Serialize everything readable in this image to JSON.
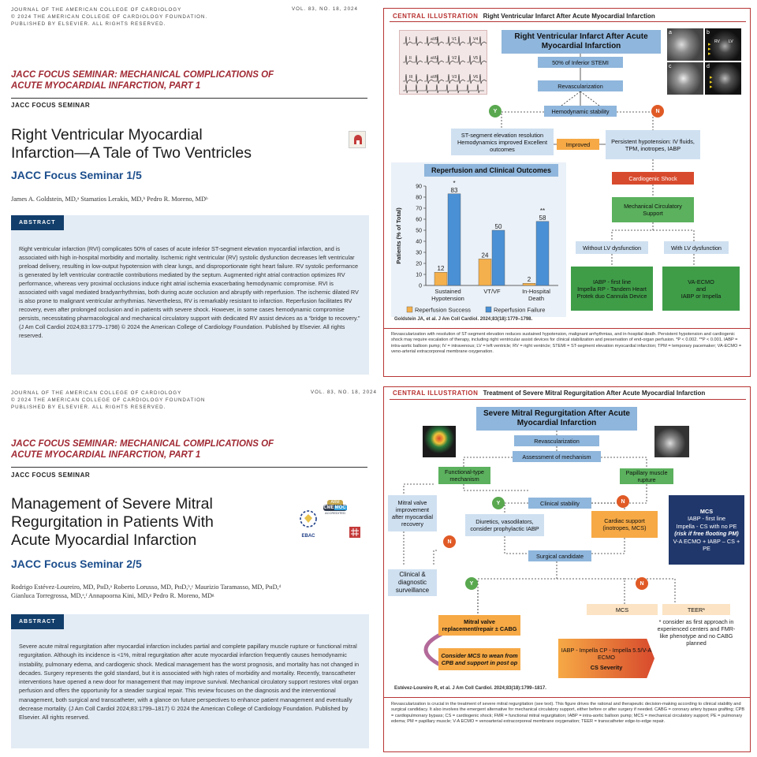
{
  "p1": {
    "journal": [
      "JOURNAL OF THE AMERICAN COLLEGE OF CARDIOLOGY",
      "© 2024 THE AMERICAN COLLEGE OF CARDIOLOGY FOUNDATION.",
      "PUBLISHED BY ELSEVIER. ALL RIGHTS RESERVED."
    ],
    "vol": "VOL. 83, NO. 18, 2024",
    "kicker_1": "JACC FOCUS SEMINAR: MECHANICAL COMPLICATIONS OF",
    "kicker_2": "ACUTE MYOCARDIAL INFARCTION, PART 1",
    "seminar": "JACC FOCUS SEMINAR",
    "title_1": "Right Ventricular Myocardial",
    "title_2": "Infarction—A Tale of Two Ventricles",
    "subtitle": "JACC Focus Seminar 1/5",
    "authors": "James A. Goldstein, MD,ᵃ Stamatios Lerakis, MD,ᵇ Pedro R. Moreno, MDᵇ",
    "abstract_label": "ABSTRACT",
    "abstract": "Right ventricular infarction (RVI) complicates 50% of cases of acute inferior ST-segment elevation myocardial infarction, and is associated with high in-hospital morbidity and mortality. Ischemic right ventricular (RV) systolic dysfunction decreases left ventricular preload delivery, resulting in low-output hypotension with clear lungs, and disproportionate right heart failure. RV systolic performance is generated by left ventricular contractile contributions mediated by the septum. Augmented right atrial contraction optimizes RV performance, whereas very proximal occlusions induce right atrial ischemia exacerbating hemodynamic compromise. RVI is associated with vagal mediated bradyarrhythmias, both during acute occlusion and abruptly with reperfusion. The ischemic dilated RV is also prone to malignant ventricular arrhythmias. Nevertheless, RV is remarkably resistant to infarction. Reperfusion facilitates RV recovery, even after prolonged occlusion and in patients with severe shock. However, in some cases hemodynamic compromise persists, necessitating pharmacological and mechanical circulatory support with dedicated RV assist devices as a “bridge to recovery.” (J Am Coll Cardiol 2024;83:1779–1798) © 2024 the American College of Cardiology Foundation. Published by Elsevier. All rights reserved."
  },
  "p2": {
    "journal": [
      "JOURNAL OF THE AMERICAN COLLEGE OF CARDIOLOGY",
      "© 2024 THE AMERICAN COLLEGE OF CARDIOLOGY FOUNDATION",
      "PUBLISHED BY ELSEVIER. ALL RIGHTS RESERVED."
    ],
    "vol": "VOL. 83, NO. 18, 2024",
    "kicker_1": "JACC FOCUS SEMINAR: MECHANICAL COMPLICATIONS OF",
    "kicker_2": "ACUTE MYOCARDIAL INFARCTION, PART 1",
    "seminar": "JACC FOCUS SEMINAR",
    "title_1": "Management of Severe Mitral",
    "title_2": "Regurgitation in Patients With",
    "title_3": "Acute Myocardial Infarction",
    "subtitle": "JACC Focus Seminar 2/5",
    "authors_1": "Rodrigo Estévez-Loureiro, MD, PʜD,ᵃ Roberto Lorusso, MD, PʜD,ᵇ,ᶜ Maurizio Taramasso, MD, PʜD,ᵈ",
    "authors_2": "Gianluca Torregrossa, MD,ᵉ,ᶠ Annapoorna Kini, MD,ᵍ Pedro R. Moreno, MDᵍ",
    "abstract_label": "ABSTRACT",
    "abstract": "Severe acute mitral regurgitation after myocardial infarction includes partial and complete papillary muscle rupture or functional mitral regurgitation. Although its incidence is <1%, mitral regurgitation after acute myocardial infarction frequently causes hemodynamic instability, pulmonary edema, and cardiogenic shock. Medical management has the worst prognosis, and mortality has not changed in decades. Surgery represents the gold standard, but it is associated with high rates of morbidity and mortality. Recently, transcatheter interventions have opened a new door for management that may improve survival. Mechanical circulatory support restores vital organ perfusion and offers the opportunity for a steadier surgical repair. This review focuses on the diagnosis and the interventional management, both surgical and transcatheter, with a glance on future perspectives to enhance patient management and eventually decrease mortality. (J Am Coll Cardiol 2024;83:1799–1817) © 2024 the American College of Cardiology Foundation. Published by Elsevier. All rights reserved.",
    "ebac": "EBAC",
    "cme_1": "ARM",
    "cme_2": "CME",
    "cme_3": "MOC",
    "cme_4": "ACCREDITED"
  },
  "ci1": {
    "head_label": "CENTRAL ILLUSTRATION",
    "head_title": "Right Ventricular Infarct After Acute Myocardial Infarction",
    "ecg": [
      "I",
      "aVR",
      "V1",
      "V4",
      "II",
      "aVL",
      "V2",
      "V5",
      "III",
      "aVF",
      "V3",
      "V6"
    ],
    "img_labels": [
      "a",
      "b",
      "c",
      "d",
      "RV",
      "LV"
    ],
    "main": "Right Ventricular Infarct After Acute Myocardial Infarction",
    "pct": "50% of Inferior STEMI",
    "revasc": "Revascularization",
    "stability": "Hemodynamic stability",
    "y": "Y",
    "n": "N",
    "st": "ST-segment elevation resolution Hemodynamics improved Excellent outcomes",
    "improved": "Improved",
    "hypo": "Persistent hypotension: IV fluids, TPM, inotropes, IABP",
    "shock": "Cardiogenic Shock",
    "mcs": "Mechanical Circulatory Support",
    "without": "Without LV dysfunction",
    "with": "With LV dysfunction",
    "iabp_1": "IABP - first line",
    "iabp_2": "Impella RP - Tandem Heart",
    "iabp_3": "Protek duo Cannula Device",
    "vaecmo_1": "VA-ECMO",
    "vaecmo_2": "and",
    "vaecmo_3": "IABP or Impella",
    "cite": "Goldstein JA, et al. J Am Coll Cardiol. 2024;83(18):1779–1798.",
    "caption": "Revascularization with resolution of ST-segment elevation reduces sustained hypotension, malignant arrhythmias, and in-hospital death. Persistent hypotension and cardiogenic shock may require escalation of therapy, including right ventricular assist devices for clinical stabilization and preservation of end-organ perfusion. *P < 0.002. **P < 0.001. IABP = intra-aortic balloon pump; IV = intravenous; LV = left ventricle; RV = right ventricle; STEMI = ST-segment elevation myocardial infarction; TPM = temporary pacemaker; VA-ECMO = veno-arterial extracorporeal membrane oxygenation."
  },
  "ci2": {
    "head_label": "CENTRAL ILLUSTRATION",
    "head_title": "Treatment of Severe Mitral Regurgitation After Acute Myocardial Infarction",
    "main": "Severe Mitral Regurgitation After Acute Myocardial Infarction",
    "revasc": "Revascularization",
    "assess": "Assessment of mechanism",
    "functional": "Functional-type mechanism",
    "papillary": "Papillary muscle rupture",
    "improve": "Mitral valve improvement after myocardial recovery",
    "stability": "Clinical stability",
    "diuretics": "Diuretics, vasodilators, consider prophylactic IABP",
    "cardiac": "Cardiac support (inotropes, MCS)",
    "surgical": "Surgical candidate",
    "clinical": "Clinical & diagnostic surveillance",
    "mcs_box_title": "MCS",
    "mcs_box_1": "IABP - first line",
    "mcs_box_2": "Impella - CS with no PE",
    "mcs_box_3": "(risk if free flooting PM)",
    "mcs_box_4": "V-A ECMO + IABP – CS + PE",
    "mcs": "MCS",
    "teer": "TEER*",
    "teer_note": "* consider as first approach in experienced centers and FMR-like phenotype and no CABG planned",
    "mvr": "Mitral valve replacement/repair ± CABG",
    "wean": "Consider MCS to wean from CPB and support in post op",
    "impella": "IABP - Impella CP - Impella 5.5/V-A ECMO",
    "severity": "CS Severity",
    "y": "Y",
    "n": "N",
    "cite": "Estévez-Loureiro R, et al. J Am Coll Cardiol. 2024;83(18):1799–1817.",
    "caption": "Revascularization is crucial in the treatment of severe mitral regurgitation (see text). This figure drives the rational and therapeutic decision-making according to clinical stability and surgical candidacy. It also involves the emergent alternative for mechanical circulatory support, either before or after surgery if needed. CABG = coronary artery bypass grafting; CPB = cardiopulmonary bypass; CS = cardiogenic shock; FMR = functional mitral regurgitation; IABP = intra-aortic balloon pump; MCS = mechanical circulatory support; PE = pulmonary edema; PM = papillary muscle; V-A ECMO = venoarterial extracorporeal membrane oxygenation; TEER = transcatheter edge-to-edge repair."
  },
  "chart_data": {
    "type": "bar",
    "title": "Reperfusion and Clinical Outcomes",
    "ylabel": "Patients (% of Total)",
    "ylim": [
      0,
      90
    ],
    "yticks": [
      0,
      10,
      20,
      30,
      40,
      50,
      60,
      70,
      80,
      90
    ],
    "categories": [
      "Sustained Hypotension",
      "VT/VF",
      "In-Hospital Death"
    ],
    "series": [
      {
        "name": "Reperfusion Success",
        "values": [
          12,
          24,
          2
        ],
        "color": "#f4b04c"
      },
      {
        "name": "Reperfusion Failure",
        "values": [
          83,
          50,
          58
        ],
        "color": "#4a90d4"
      }
    ],
    "annotations": [
      "*",
      "",
      "**"
    ],
    "legend": "bottom"
  }
}
